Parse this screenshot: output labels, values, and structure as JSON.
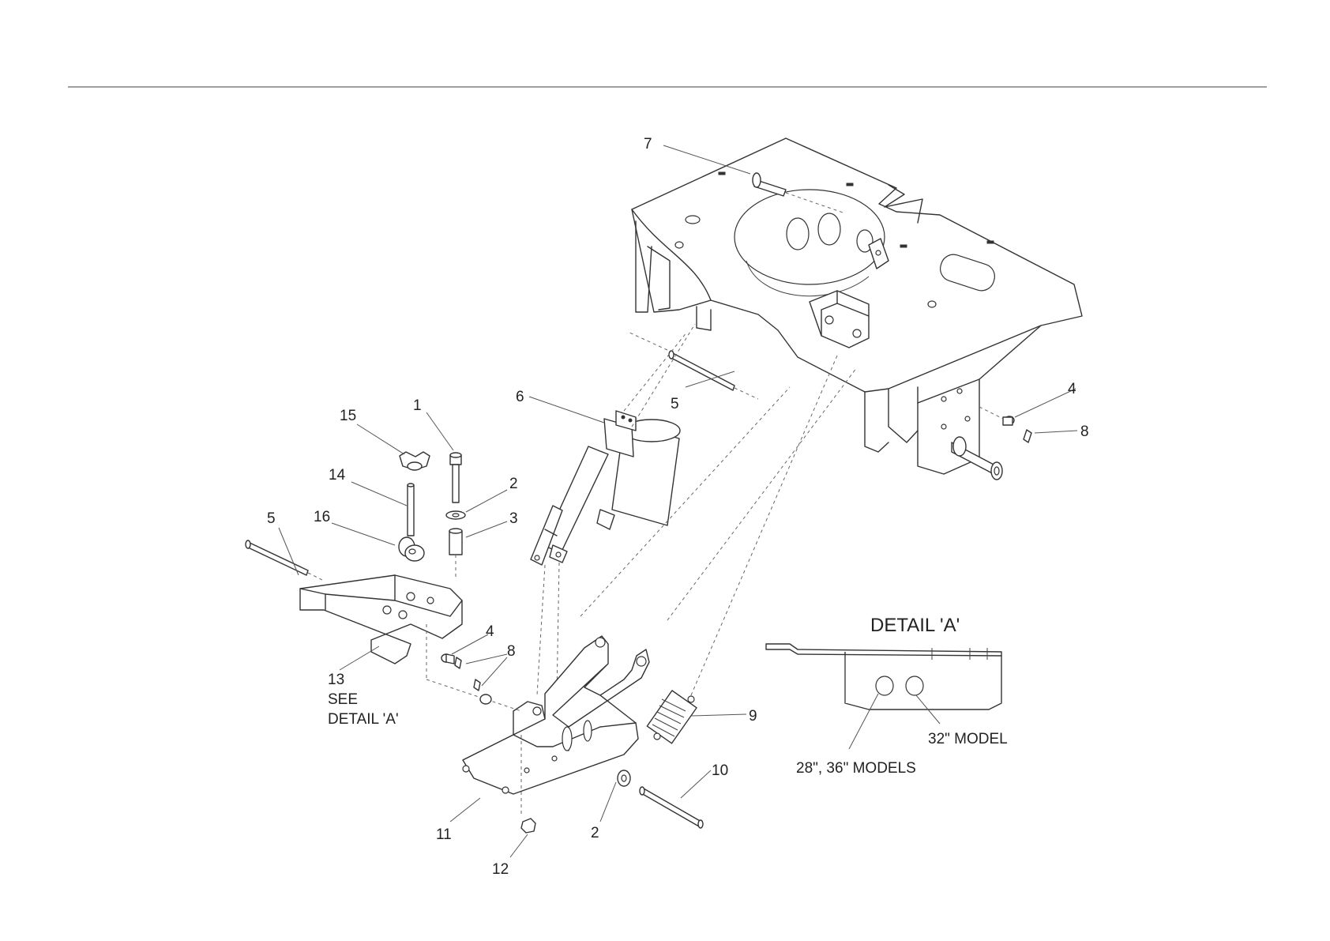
{
  "callouts": {
    "c1": "1",
    "c2a": "2",
    "c2b": "2",
    "c3": "3",
    "c4a": "4",
    "c4b": "4",
    "c5a": "5",
    "c5b": "5",
    "c6": "6",
    "c7": "7",
    "c8a": "8",
    "c8b": "8",
    "c9": "9",
    "c10": "10",
    "c11": "11",
    "c12": "12",
    "c13": "13",
    "c13_line2": "SEE",
    "c13_line3": "DETAIL 'A'",
    "c14": "14",
    "c15": "15",
    "c16": "16"
  },
  "detail": {
    "title": "DETAIL 'A'",
    "label_32": "32\" MODEL",
    "label_28_36": "28\", 36\" MODELS"
  }
}
